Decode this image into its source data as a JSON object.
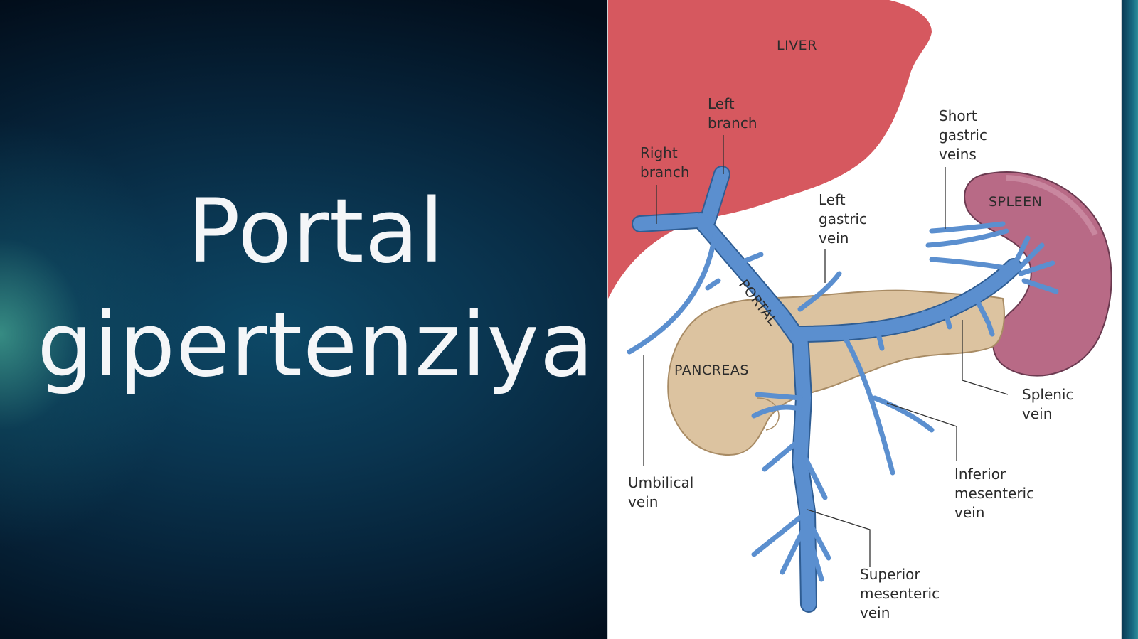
{
  "slide": {
    "title_line1": "Portal",
    "title_line2": "gipertenziya"
  },
  "diagram": {
    "organs": {
      "liver": "LIVER",
      "spleen": "SPLEEN",
      "pancreas": "PANCREAS",
      "portal": "PORTAL"
    },
    "labels": {
      "left_branch": [
        "Left",
        "branch"
      ],
      "right_branch": [
        "Right",
        "branch"
      ],
      "left_gastric_vein": [
        "Left",
        "gastric",
        "vein"
      ],
      "short_gastric_veins": [
        "Short",
        "gastric",
        "veins"
      ],
      "splenic_vein": [
        "Splenic",
        "vein"
      ],
      "umbilical_vein": [
        "Umbilical",
        "vein"
      ],
      "inferior_mesenteric_vein": [
        "Inferior",
        "mesenteric",
        "vein"
      ],
      "superior_mesenteric_vein": [
        "Superior",
        "mesenteric",
        "vein"
      ]
    },
    "colors": {
      "liver": "#d6585f",
      "spleen": "#b86a86",
      "pancreas": "#dcc3a0",
      "vein": "#5b8fcf"
    }
  }
}
